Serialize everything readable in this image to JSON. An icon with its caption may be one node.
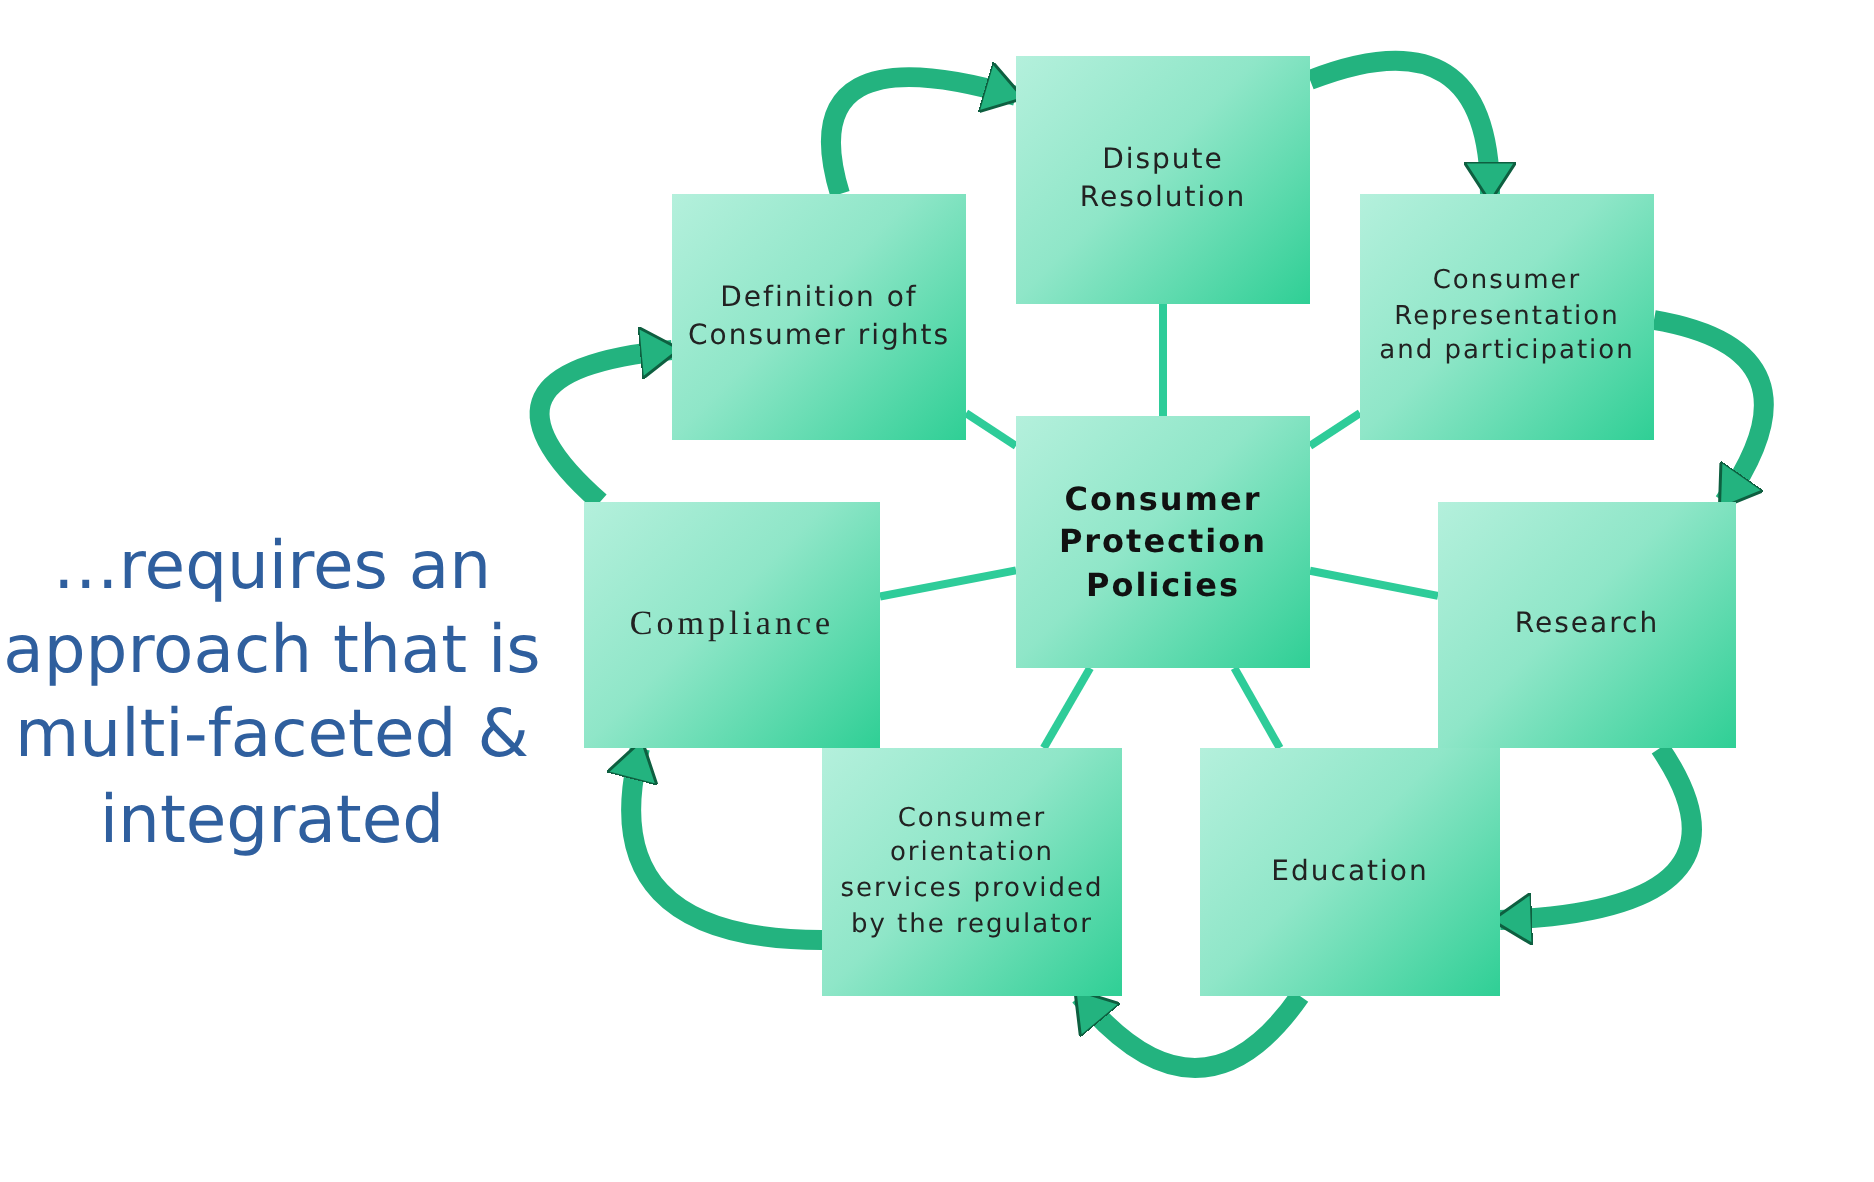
{
  "diagram": {
    "nodes": [
      {
        "text": [
          "Dispute Resolution"
        ]
      },
      {
        "text": [
          "Definition of Consumer rights"
        ]
      },
      {
        "text": [
          "Consumer Representation and participation"
        ]
      },
      {
        "text": [
          "Consumer Protection Policies"
        ]
      },
      {
        "text": [
          "Compliance"
        ]
      },
      {
        "text": [
          "Research"
        ]
      },
      {
        "text": [
          "Consumer orientation services provided by the regulator"
        ]
      },
      {
        "text": [
          "Education"
        ]
      }
    ],
    "edges": [
      {
        "from": 3,
        "to": 0,
        "arrow": "none"
      },
      {
        "from": 3,
        "to": 1,
        "arrow": "none"
      },
      {
        "from": 3,
        "to": 2,
        "arrow": "none"
      },
      {
        "from": 3,
        "to": 4,
        "arrow": "none"
      },
      {
        "from": 3,
        "to": 5,
        "arrow": "none"
      },
      {
        "from": 3,
        "to": 6,
        "arrow": "none"
      },
      {
        "from": 3,
        "to": 7,
        "arrow": "none"
      },
      {
        "from": 1,
        "to": 0,
        "arrow": "to",
        "style": "thick"
      },
      {
        "from": 0,
        "to": 2,
        "arrow": "to",
        "style": "thick"
      },
      {
        "from": 2,
        "to": 5,
        "arrow": "to",
        "style": "thick"
      },
      {
        "from": 5,
        "to": 7,
        "arrow": "to",
        "style": "thick"
      },
      {
        "from": 7,
        "to": 6,
        "arrow": "to",
        "style": "thick"
      },
      {
        "from": 6,
        "to": 4,
        "arrow": "to",
        "style": "thick"
      },
      {
        "from": 4,
        "to": 1,
        "arrow": "to",
        "style": "thick"
      }
    ],
    "labels": [
      "…requires an approach that is multi-faceted & integrated"
    ]
  }
}
